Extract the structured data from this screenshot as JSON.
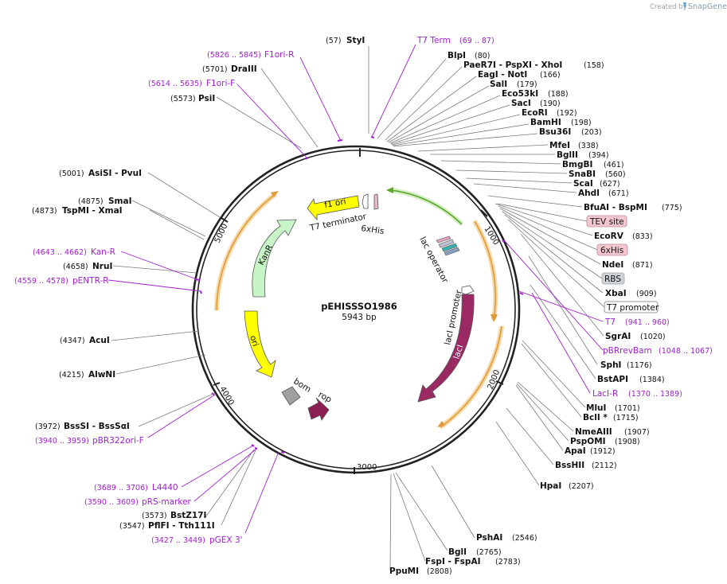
{
  "credit": {
    "prefix": "Created by",
    "brand": "SnapGene"
  },
  "plasmid": {
    "name": "pEHISSSO1986",
    "size": "5943 bp"
  },
  "ticks": [
    "1000",
    "2000",
    "3000",
    "4000",
    "5000"
  ],
  "enzymes": [
    {
      "pos": "(57)",
      "name": "StyI"
    },
    {
      "pos": "(80)",
      "name": "BlpI"
    },
    {
      "pos": "(158)",
      "name": "PaeR7I - PspXI - XhoI"
    },
    {
      "pos": "(166)",
      "name": "EagI - NotI"
    },
    {
      "pos": "(179)",
      "name": "SalI"
    },
    {
      "pos": "(188)",
      "name": "Eco53kI"
    },
    {
      "pos": "(190)",
      "name": "SacI"
    },
    {
      "pos": "(192)",
      "name": "EcoRI"
    },
    {
      "pos": "(198)",
      "name": "BamHI"
    },
    {
      "pos": "(203)",
      "name": "Bsu36I"
    },
    {
      "pos": "(338)",
      "name": "MfeI"
    },
    {
      "pos": "(394)",
      "name": "BglII"
    },
    {
      "pos": "(461)",
      "name": "BmgBI"
    },
    {
      "pos": "(560)",
      "name": "SnaBI"
    },
    {
      "pos": "(627)",
      "name": "ScaI"
    },
    {
      "pos": "(671)",
      "name": "AhdI"
    },
    {
      "pos": "(775)",
      "name": "BfuAI - BspMI"
    },
    {
      "pos": "(833)",
      "name": "EcoRV"
    },
    {
      "pos": "(871)",
      "name": "NdeI"
    },
    {
      "pos": "(909)",
      "name": "XbaI"
    },
    {
      "pos": "(1020)",
      "name": "SgrAI"
    },
    {
      "pos": "(1176)",
      "name": "SphI"
    },
    {
      "pos": "(1384)",
      "name": "BstAPI"
    },
    {
      "pos": "(1701)",
      "name": "MluI"
    },
    {
      "pos": "(1715)",
      "name": "BclI *"
    },
    {
      "pos": "(1907)",
      "name": "NmeAIII"
    },
    {
      "pos": "(1908)",
      "name": "PspOMI"
    },
    {
      "pos": "(1912)",
      "name": "ApaI"
    },
    {
      "pos": "(2112)",
      "name": "BssHII"
    },
    {
      "pos": "(2207)",
      "name": "HpaI"
    },
    {
      "pos": "(2546)",
      "name": "PshAI"
    },
    {
      "pos": "(2765)",
      "name": "BglI"
    },
    {
      "pos": "(2783)",
      "name": "FspI - FspAI"
    },
    {
      "pos": "(2808)",
      "name": "PpuMI"
    },
    {
      "pos": "(3573)",
      "name": "BstZ17I"
    },
    {
      "pos": "(3547)",
      "name": "PflFI - Tth111I"
    },
    {
      "pos": "(3972)",
      "name": "BssSI - BssSαI"
    },
    {
      "pos": "(4215)",
      "name": "AlwNI"
    },
    {
      "pos": "(4347)",
      "name": "AcuI"
    },
    {
      "pos": "(4658)",
      "name": "NruI"
    },
    {
      "pos": "(4873)",
      "name": "TspMI - XmaI"
    },
    {
      "pos": "(4875)",
      "name": "SmaI"
    },
    {
      "pos": "(5001)",
      "name": "AsiSI - PvuI"
    },
    {
      "pos": "(5573)",
      "name": "PsiI"
    },
    {
      "pos": "(5701)",
      "name": "DraIII"
    }
  ],
  "primers": [
    {
      "name": "T7 Term",
      "pos": "(69 .. 87)"
    },
    {
      "name": "F1ori-R",
      "pos": "(5826 .. 5845)"
    },
    {
      "name": "F1ori-F",
      "pos": "(5614 .. 5635)"
    },
    {
      "name": "T7",
      "pos": "(941 .. 960)"
    },
    {
      "name": "pBRrevBam",
      "pos": "(1048 .. 1067)"
    },
    {
      "name": "LacI-R",
      "pos": "(1370 .. 1389)"
    },
    {
      "name": "Kan-R",
      "pos": "(4643 .. 4662)"
    },
    {
      "name": "pENTR-R",
      "pos": "(4559 .. 4578)"
    },
    {
      "name": "pBR322ori-F",
      "pos": "(3940 .. 3959)"
    },
    {
      "name": "L4440",
      "pos": "(3689 .. 3706)"
    },
    {
      "name": "pRS-marker",
      "pos": "(3590 .. 3609)"
    },
    {
      "name": "pGEX 3'",
      "pos": "(3427 .. 3449)"
    }
  ],
  "feature_boxes": [
    {
      "name": "TEV site",
      "fill": "#f4c6d0"
    },
    {
      "name": "6xHis",
      "fill": "#f4c6d0"
    },
    {
      "name": "RBS",
      "fill": "#cfd4d8"
    },
    {
      "name": "T7 promoter",
      "fill": "#ffffff"
    }
  ],
  "features": {
    "f1ori": "f1 ori",
    "kanr": "KanR",
    "ori": "ori",
    "laci": "lacI",
    "laci_promoter": "lacI promoter",
    "lac_operator": "lac operator",
    "t7_terminator": "T7 terminator",
    "his": "6xHis",
    "bom": "bom",
    "rop": "rop"
  },
  "colors": {
    "f1ori": "#ffff00",
    "kanr": "#c8f5c8",
    "ori": "#ffff00",
    "laci": "#9b2a64",
    "laci_promoter": "#ffffff",
    "lac_operator": "#3ab0b0",
    "rop": "#8b1f52",
    "bom": "#a0a0a0",
    "primer": "#a020d0",
    "orange": "#e8a94a",
    "green_arc": "#58a82a"
  }
}
